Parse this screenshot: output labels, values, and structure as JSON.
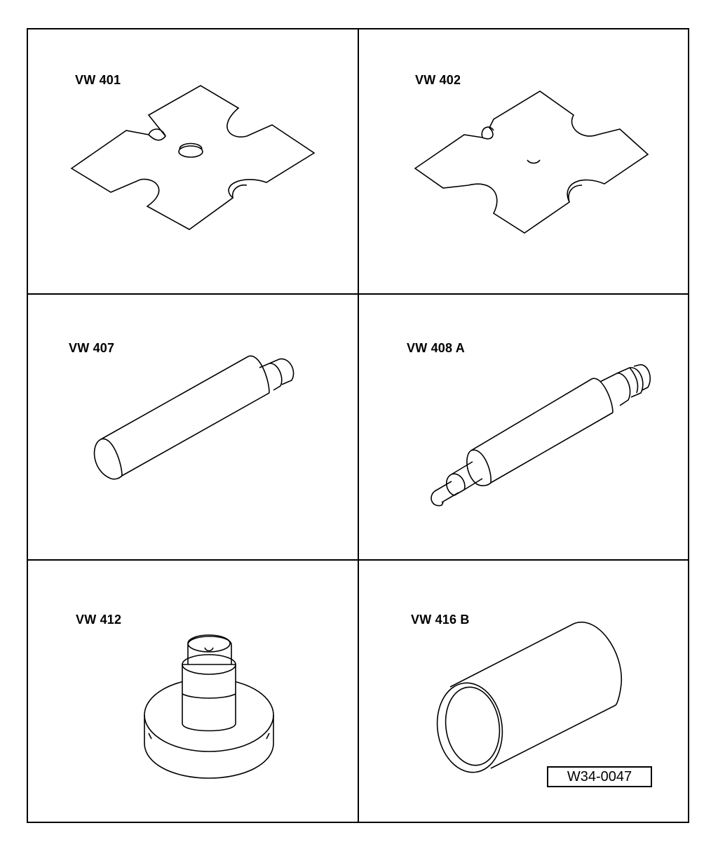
{
  "tools": [
    {
      "label": "VW 401"
    },
    {
      "label": "VW 402"
    },
    {
      "label": "VW 407"
    },
    {
      "label": "VW 408 A"
    },
    {
      "label": "VW  412"
    },
    {
      "label": "VW 416 B"
    }
  ],
  "figure_id": "W34-0047",
  "colors": {
    "line": "#000000",
    "background": "#ffffff"
  }
}
